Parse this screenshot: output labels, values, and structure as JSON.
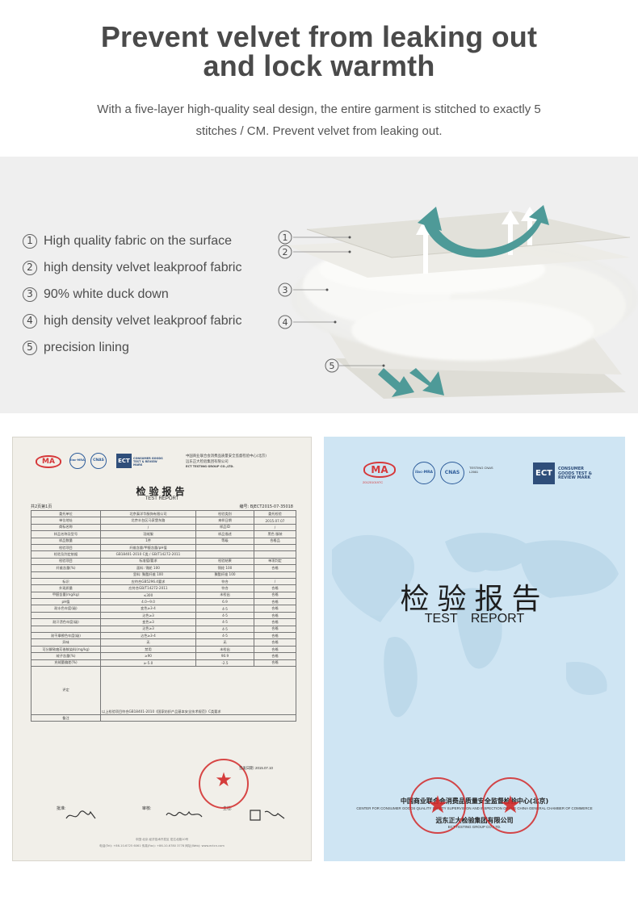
{
  "hero": {
    "title_line1": "Prevent velvet from leaking out",
    "title_line2": "and lock warmth",
    "subtitle": "With a five-layer high-quality seal design, the entire garment is stitched to exactly 5 stitches / CM. Prevent velvet from leaking out."
  },
  "layers": {
    "items": [
      {
        "num": "1",
        "label": "High quality fabric on the surface"
      },
      {
        "num": "2",
        "label": "high density velvet leakproof fabric"
      },
      {
        "num": "3",
        "label": "90% white duck down"
      },
      {
        "num": "4",
        "label": "high density velvet leakproof fabric"
      },
      {
        "num": "5",
        "label": "precision lining"
      }
    ],
    "colors": {
      "arrow_teal": "#4e9a98",
      "arrow_white": "#ffffff",
      "fabric": "#e6e4dd",
      "down": "#f7f7f4"
    }
  },
  "cert_left": {
    "ma_logo": "MA",
    "ilac_logo": "ilac-MRA",
    "cnas_logo": "CNAS",
    "ect_logo": "ECT",
    "ect_text": "CONSUMER GOODS TEST & REVIEW MARK",
    "issuer_cn": "中国商业联合会消费品质量安全监督检验中心(北京)",
    "issuer_cn2": "远东正大检验集团有限公司",
    "issuer_en": "ECT TESTING GROUP CO.,LTD.",
    "title": "检验报告",
    "subtitle": "TEST REPORT",
    "page_no": "共2页第1页",
    "report_no": "编号: BJECT2015-07-35018",
    "rows": [
      [
        "委托单位",
        "北京泰洋华服饰有限公司",
        "检验类别",
        "委托检验"
      ],
      [
        "单位地址",
        "北京丰台区马家堡东路",
        "来样日期",
        "2015.07.07"
      ],
      [
        "商标名称",
        "/",
        "样品ID",
        "/"
      ],
      [
        "样品名称及型号",
        "羽绒服",
        "样品描述",
        "黑色 服装"
      ],
      [
        "样品数量",
        "1件",
        "等级",
        "合格品"
      ],
      [
        "检验项目",
        "纤维含量/甲醛含量/pH值",
        "",
        ""
      ],
      [
        "检验及判定依据",
        "GB18401-2010 C类 / GB/T14272-2011",
        "",
        ""
      ],
      [
        "检验项目",
        "标准值/要求",
        "检验结果",
        "单项判定"
      ],
      [
        "纤维含量(%)",
        "面料: 锦纶 100",
        "锦纶 100",
        "合格"
      ],
      [
        "",
        "里料: 聚酯纤维 100",
        "聚酯纤维 100",
        ""
      ],
      [
        "标识",
        "应符合GB5296.4要求",
        "符合",
        "/"
      ],
      [
        "外观质量",
        "应符合GB/T14272-2011",
        "符合",
        "合格"
      ],
      [
        "甲醛含量(mg/kg)",
        "≤300",
        "未检出",
        "合格"
      ],
      [
        "pH值",
        "4.0~9.0",
        "6.9",
        "合格"
      ],
      [
        "耐水色牢度(级)",
        "变色≥3-4",
        "4-5",
        "合格"
      ],
      [
        "",
        "沾色≥3",
        "4-5",
        "合格"
      ],
      [
        "耐汗渍色牢度(级)",
        "变色≥3",
        "4-5",
        "合格"
      ],
      [
        "",
        "沾色≥3",
        "4-5",
        "合格"
      ],
      [
        "耐干摩擦色牢度(级)",
        "沾色≥3-4",
        "4-5",
        "合格"
      ],
      [
        "异味",
        "无",
        "无",
        "合格"
      ],
      [
        "可分解致癌芳香胺染料(mg/kg)",
        "禁用",
        "未检出",
        "合格"
      ],
      [
        "绒子含量(%)",
        "≥90",
        "90.9",
        "合格"
      ],
      [
        "充绒量偏差(%)",
        "≥-5.0",
        "-2.5",
        "合格"
      ]
    ],
    "conclusion_label": "评定",
    "conclusion": "以上检验项目符合GB18401-2010《国家纺织产品基本安全技术规范》C类要求",
    "remark_label": "备注",
    "approve_label": "批准:",
    "review_label": "审核:",
    "tester_label": "主检:",
    "stamp_date": "签发日期: 2015.07.10",
    "footer1": "中国·北京 经济技术开发区 宏达北路10号",
    "footer2": "电话(Tel): +86-10-6725 6061  传真(Fax): +86-10-6780 3778  网址(Web): www.ectcn.com"
  },
  "cert_right": {
    "ma_logo": "MA",
    "ma_code": "2012010197C",
    "ilac_logo": "ilac-MRA",
    "cnas_logo": "CNAS",
    "cnas_text": "TESTING CNAS L2661",
    "ect_logo": "ECT",
    "ect_text": "CONSUMER GOODS TEST & REVIEW MARK",
    "title": "检验报告",
    "subtitle": "TEST REPORT",
    "issuer_cn": "中国商业联合会消费品质量安全监督检验中心(北京)",
    "issuer_en": "CENTER FOR CONSUMER GOODS QUALITY SAFETY SUPERVISION AND INSPECTION OF THE CHINA GENERAL CHAMBER OF COMMERCE",
    "issuer_cn2": "远东正大检验集团有限公司",
    "issuer_en2": "ECT TESTING GROUP CO.,LTD."
  }
}
